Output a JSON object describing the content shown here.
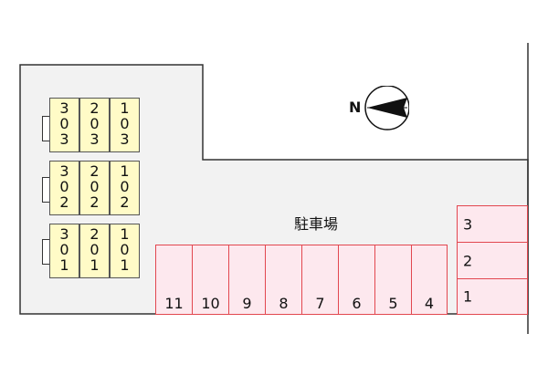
{
  "map": {
    "parking_label": "駐車場",
    "compass": {
      "north_label": "N",
      "icon": "compass-arrow-icon"
    },
    "building": {
      "rooms": [
        {
          "id": "r303",
          "label": "3\n0\n3"
        },
        {
          "id": "r203",
          "label": "2\n0\n3"
        },
        {
          "id": "r103",
          "label": "1\n0\n3"
        },
        {
          "id": "r302",
          "label": "3\n0\n2"
        },
        {
          "id": "r202",
          "label": "2\n0\n2"
        },
        {
          "id": "r102",
          "label": "1\n0\n2"
        },
        {
          "id": "r301",
          "label": "3\n0\n1"
        },
        {
          "id": "r201",
          "label": "2\n0\n1"
        },
        {
          "id": "r101",
          "label": "1\n0\n1"
        }
      ]
    },
    "parking_row": [
      "11",
      "10",
      "9",
      "8",
      "7",
      "6",
      "5",
      "4"
    ],
    "parking_column": [
      "3",
      "2",
      "1"
    ],
    "colors": {
      "lot_fill": "#f2f2f2",
      "room_fill": "#fffbc7",
      "stall_fill": "#fde8ee",
      "stall_border": "#e2474f"
    }
  }
}
